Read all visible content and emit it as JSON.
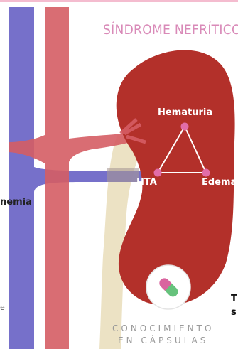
{
  "title": "SÍNDROME NEFRÍTICO",
  "nodes": {
    "hematuria": "Hematuria",
    "hta": "HTA",
    "edema": "Edema"
  },
  "side_labels": {
    "left": "nemia",
    "left_bottom": "e",
    "right_top": "T",
    "right_bottom": "s"
  },
  "brand": {
    "line1": "CONOCIMIENTO",
    "line2": "EN CÁPSULAS"
  },
  "colors": {
    "kidney": "#b3302a",
    "vein": "#6a64c6",
    "artery": "#d55d64",
    "ureter": "#ece2c4",
    "accent": "#d98ab8",
    "triangle": "#ffffff",
    "node": "#e26da9",
    "pill_pink": "#d9649f",
    "pill_green": "#66c27c"
  },
  "icons": [
    "pill-icon"
  ]
}
